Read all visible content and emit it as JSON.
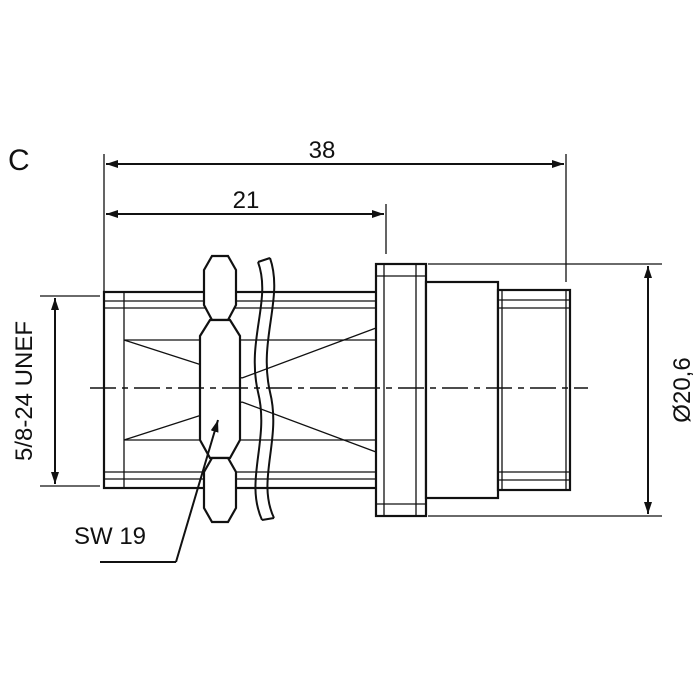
{
  "view_label": "C",
  "dimensions": {
    "overall_length": "38",
    "flange_length": "21",
    "thread": "5/8-24 UNEF",
    "diameter": "Ø20,6",
    "wrench_size": "SW 19"
  },
  "colors": {
    "line": "#111111",
    "background": "#ffffff"
  }
}
